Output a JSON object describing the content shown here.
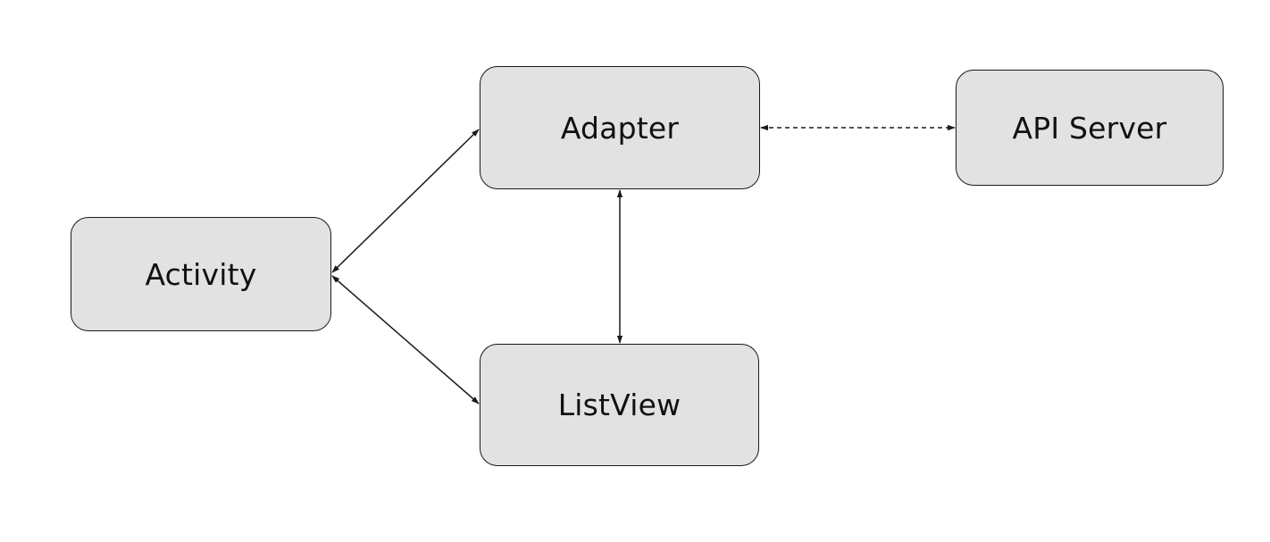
{
  "nodes": {
    "adapter": {
      "label": "Adapter"
    },
    "api_server": {
      "label": "API Server"
    },
    "activity": {
      "label": "Activity"
    },
    "listview": {
      "label": "ListView"
    }
  },
  "edges": [
    {
      "from": "activity",
      "to": "adapter",
      "style": "solid",
      "direction": "both"
    },
    {
      "from": "activity",
      "to": "listview",
      "style": "solid",
      "direction": "both"
    },
    {
      "from": "adapter",
      "to": "listview",
      "style": "solid",
      "direction": "both"
    },
    {
      "from": "adapter",
      "to": "api_server",
      "style": "dashed",
      "direction": "both"
    }
  ],
  "colors": {
    "node_fill": "#e2e2e2",
    "stroke": "#1a1a1a"
  }
}
